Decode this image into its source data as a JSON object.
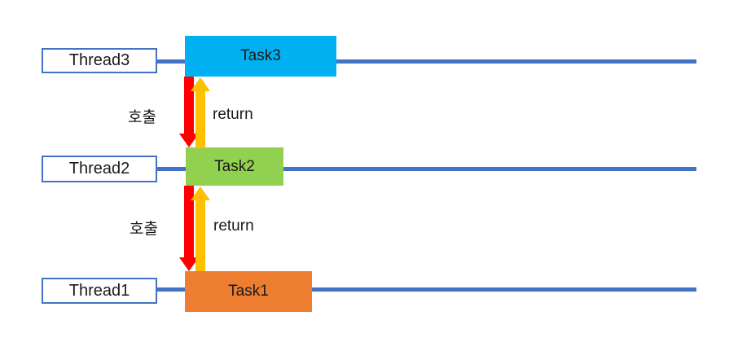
{
  "colors": {
    "accent-blue": "#4472C4",
    "task3-fill": "#00B0F0",
    "task2-fill": "#92D050",
    "task1-fill": "#ED7D31",
    "arrow-red": "#FF0000",
    "arrow-yellow": "#FFC000",
    "text-color": "#1a1a1a",
    "box-fill": "#FFFFFF"
  },
  "threads": [
    {
      "label": "Thread3",
      "task": "Task3"
    },
    {
      "label": "Thread2",
      "task": "Task2"
    },
    {
      "label": "Thread1",
      "task": "Task1"
    }
  ],
  "interactions": [
    {
      "call": "호출",
      "return": "return"
    },
    {
      "call": "호출",
      "return": "return"
    }
  ]
}
